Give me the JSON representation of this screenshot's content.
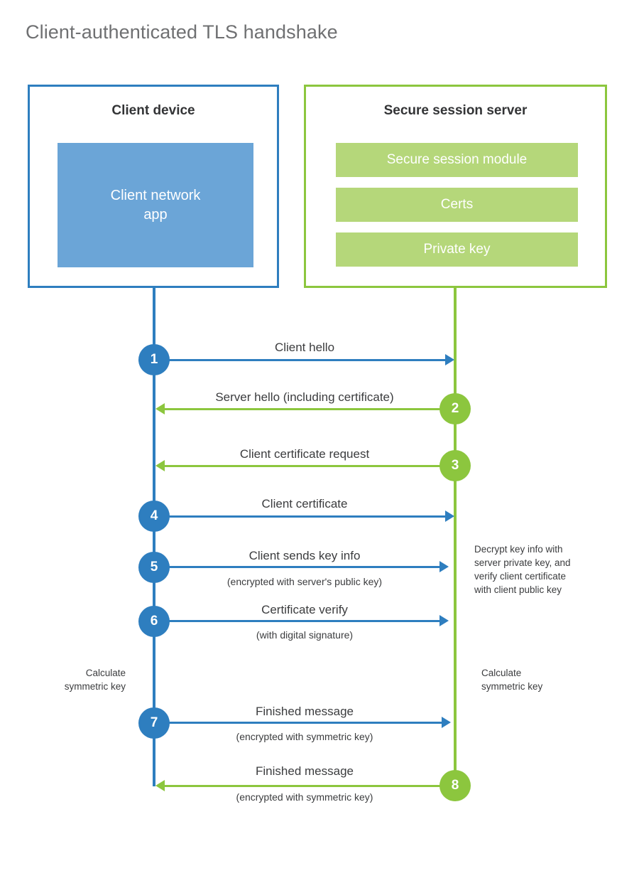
{
  "title": "Client-authenticated TLS handshake",
  "colors": {
    "blue": "#2E7EBF",
    "blue_fill": "#6BA5D7",
    "green": "#8CC63E",
    "green_fill": "#B5D77A",
    "title_text": "#6f7072",
    "body_text": "#3b3c3e"
  },
  "client": {
    "title": "Client device",
    "app_label": "Client network\napp"
  },
  "server": {
    "title": "Secure session server",
    "components": [
      {
        "label": "Secure session module"
      },
      {
        "label": "Certs"
      },
      {
        "label": "Private key"
      }
    ]
  },
  "messages": [
    {
      "step": "1",
      "label": "Client hello",
      "sub": "",
      "direction": "client-to-server",
      "color": "blue"
    },
    {
      "step": "2",
      "label": "Server hello (including certificate)",
      "sub": "",
      "direction": "server-to-client",
      "color": "green"
    },
    {
      "step": "3",
      "label": "Client certificate request",
      "sub": "",
      "direction": "server-to-client",
      "color": "green"
    },
    {
      "step": "4",
      "label": "Client certificate",
      "sub": "",
      "direction": "client-to-server",
      "color": "blue"
    },
    {
      "step": "5",
      "label": "Client sends key info",
      "sub": "(encrypted with server's public key)",
      "direction": "client-to-server",
      "color": "blue"
    },
    {
      "step": "6",
      "label": "Certificate verify",
      "sub": "(with digital signature)",
      "direction": "client-to-server",
      "color": "blue"
    },
    {
      "step": "7",
      "label": "Finished message",
      "sub": "(encrypted with symmetric key)",
      "direction": "client-to-server",
      "color": "blue"
    },
    {
      "step": "8",
      "label": "Finished message",
      "sub": "(encrypted with symmetric key)",
      "direction": "server-to-client",
      "color": "green"
    }
  ],
  "annotations": {
    "server_decrypt": "Decrypt key info with\nserver private key, and\nverify client certificate\nwith client public key",
    "client_calculate": "Calculate\nsymmetric key",
    "server_calculate": "Calculate\nsymmetric key"
  }
}
